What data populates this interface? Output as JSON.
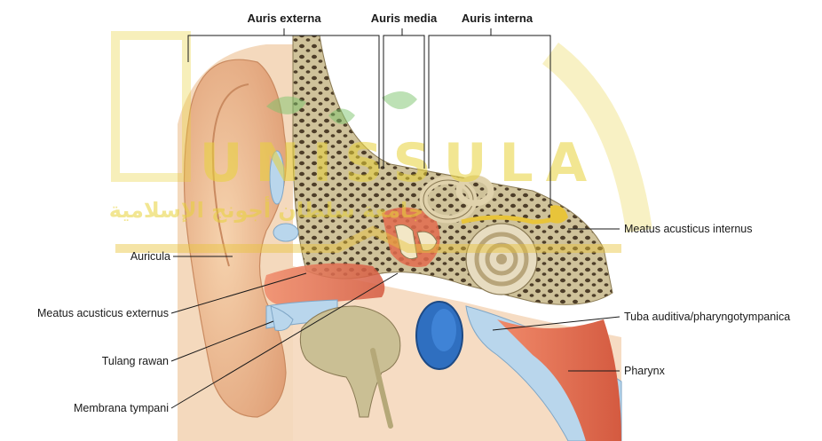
{
  "headers": {
    "externa": "Auris externa",
    "media": "Auris media",
    "interna": "Auris interna"
  },
  "labels": {
    "auricula": "Auricula",
    "meatus_externus": "Meatus acusticus externus",
    "tulang_rawan": "Tulang rawan",
    "membrana": "Membrana tympani",
    "meatus_internus": "Meatus acusticus internus",
    "tuba": "Tuba auditiva/pharyngotympanica",
    "pharynx": "Pharynx"
  },
  "watermark": {
    "text": "UNISSULA",
    "arabic": "جامعة سلطان أجونج الإسلامية"
  },
  "colors": {
    "skin": "#f2c49a",
    "skin_dark": "#d9946a",
    "bone": "#d9cfa8",
    "bone_spongy": "#5a4a32",
    "cartilage": "#b9d6ec",
    "tube_blue": "#2f6fc0",
    "muscle": "#e26b4e",
    "nerve": "#e8c43a",
    "watermark": "#e8d23a"
  }
}
